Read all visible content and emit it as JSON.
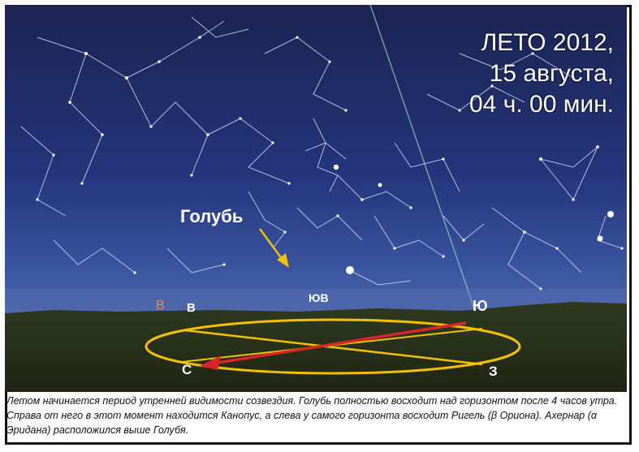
{
  "title": {
    "line1": "ЛЕТО 2012,",
    "line2": "15 августа,",
    "line3": "04 ч. 00 мин."
  },
  "constellation_label": "Голубь",
  "directions": {
    "east": "В",
    "east_b": "В",
    "southeast": "ЮВ",
    "south": "Ю",
    "north": "С",
    "west": "З"
  },
  "caption": "Летом начинается период утренней видимости созвездия. Голубь полностью восходит над горизонтом после 4 часов утра. Справа от него в этот момент находится Канопус, а слева у самого горизонта восходит Ригель (β Ориона). Ахернар (α Эридана) расположился выше Голубя.",
  "colors": {
    "sky_top": "#1c2452",
    "sky_mid": "#25357a",
    "sky_horizon": "#4b64a6",
    "ground": "#262e18",
    "ellipse": "#f2c200",
    "arrow": "#d9262a",
    "label_arrow": "#f2c200",
    "east_label": "#e08a5a"
  }
}
